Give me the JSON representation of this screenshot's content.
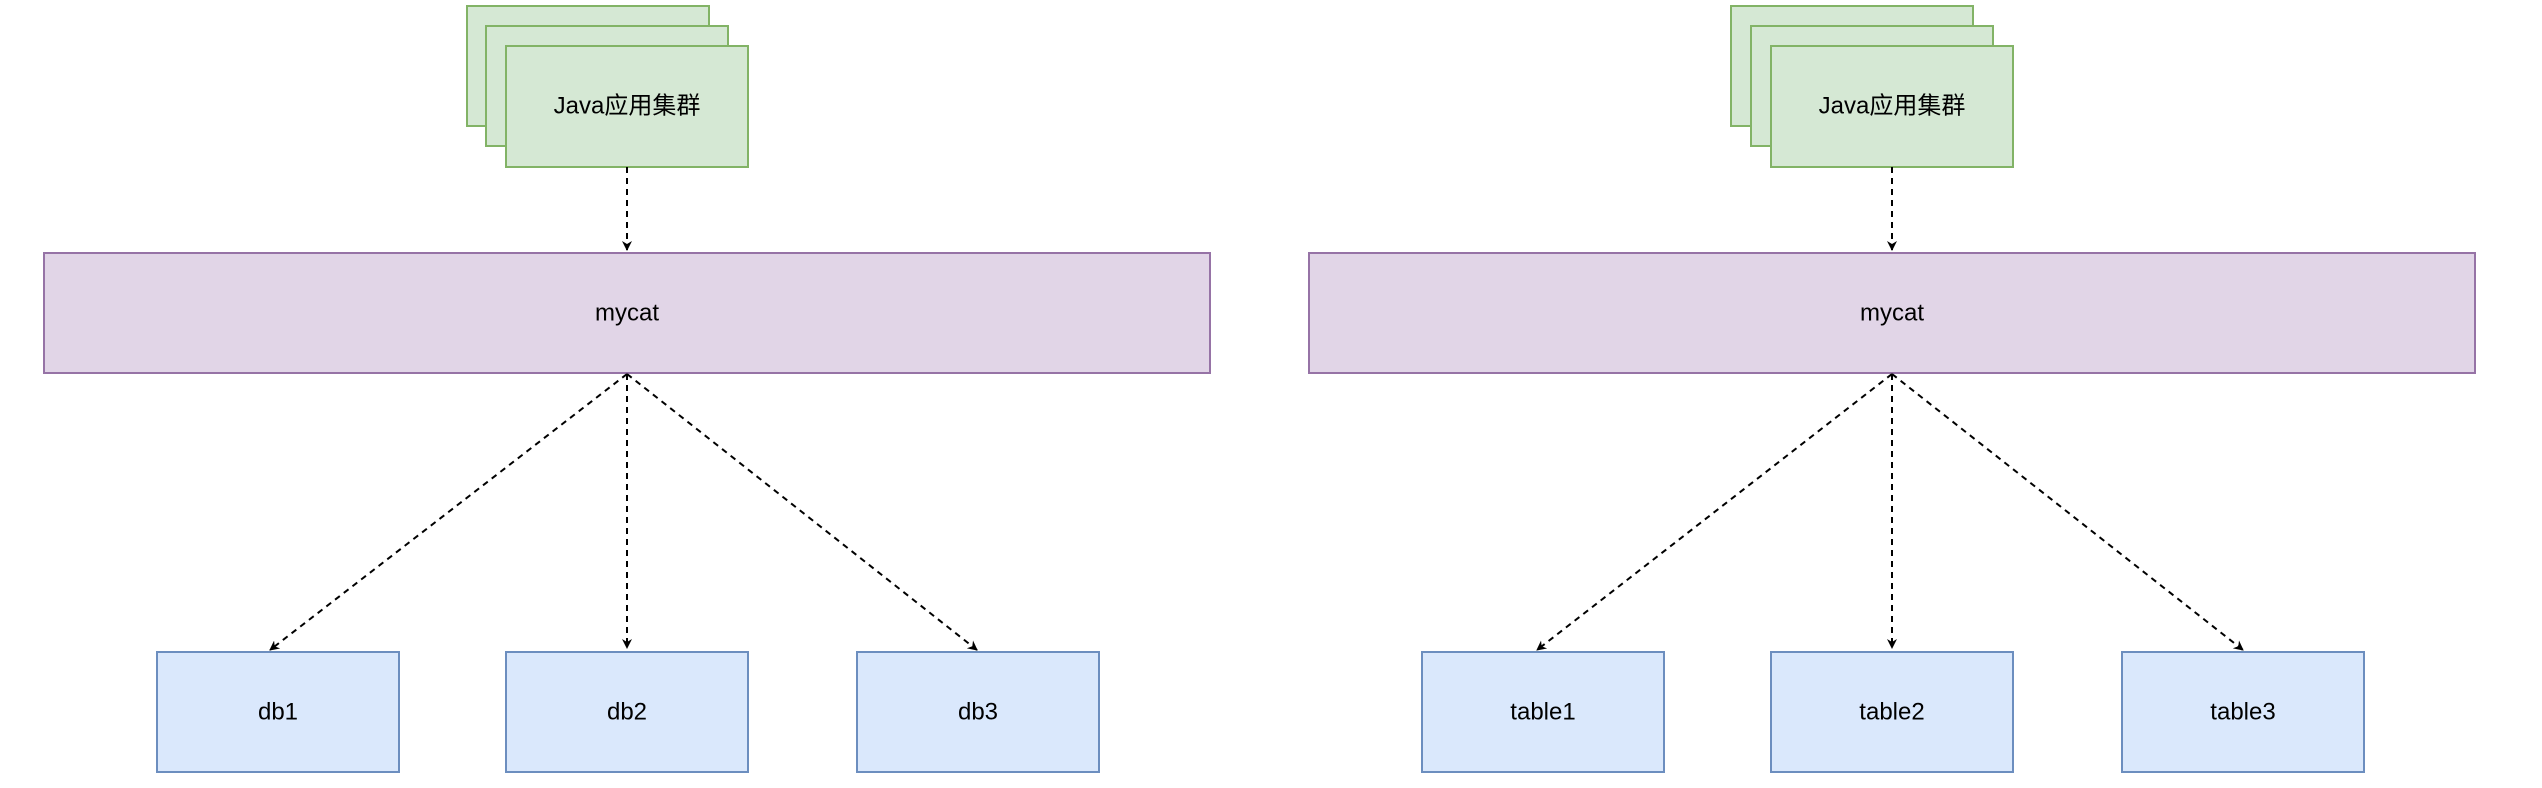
{
  "diagrams": [
    {
      "app_cluster": {
        "label": "Java应用集群"
      },
      "middleware": {
        "label": "mycat"
      },
      "targets": [
        {
          "label": "db1"
        },
        {
          "label": "db2"
        },
        {
          "label": "db3"
        }
      ]
    },
    {
      "app_cluster": {
        "label": "Java应用集群"
      },
      "middleware": {
        "label": "mycat"
      },
      "targets": [
        {
          "label": "table1"
        },
        {
          "label": "table2"
        },
        {
          "label": "table3"
        }
      ]
    }
  ],
  "colors": {
    "app_fill": "#d5e8d4",
    "app_stroke": "#82b366",
    "middleware_fill": "#e1d5e7",
    "middleware_stroke": "#9673a6",
    "target_fill": "#dae8fc",
    "target_stroke": "#6c8ebf",
    "edge": "#000000"
  }
}
